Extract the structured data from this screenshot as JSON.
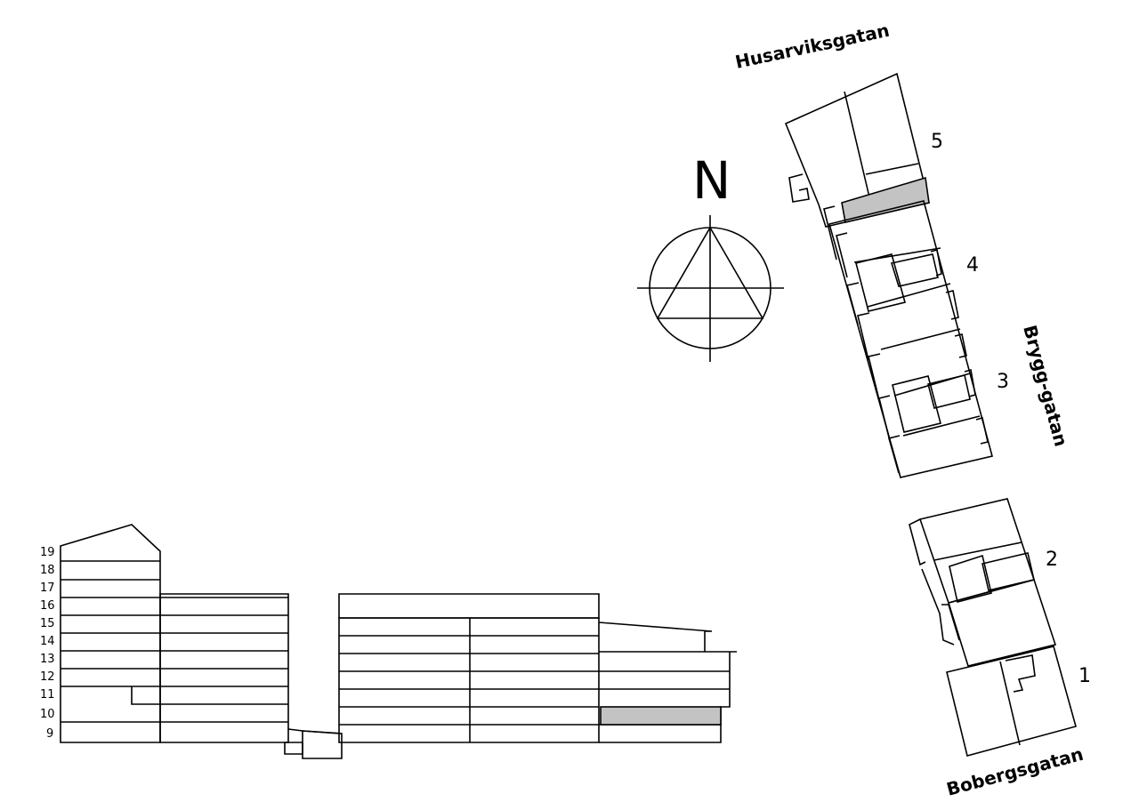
{
  "compass": {
    "label": "N"
  },
  "streets": {
    "husarvik": "Husarviksgatan",
    "brygg": "Brygg-gatan",
    "boberg": "Bobergsgatan"
  },
  "buildings": [
    "1",
    "2",
    "3",
    "4",
    "5"
  ],
  "floors": [
    "19",
    "18",
    "17",
    "16",
    "15",
    "14",
    "13",
    "12",
    "11",
    "10",
    "9"
  ],
  "highlight": {
    "building": "5",
    "floor": "10",
    "color": "#c3c3c3"
  }
}
